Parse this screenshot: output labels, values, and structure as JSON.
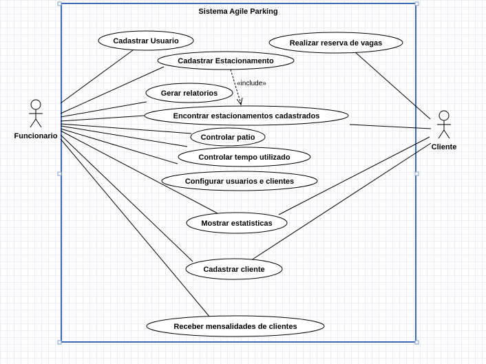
{
  "system": {
    "title": "Sistema Agile Parking"
  },
  "actors": {
    "funcionario": {
      "label": "Funcionario"
    },
    "cliente": {
      "label": "Cliente"
    }
  },
  "use_cases": {
    "cadastrar_usuario": "Cadastrar Usuario",
    "cadastrar_estacionamento": "Cadastrar Estacionamento",
    "realizar_reserva": "Realizar reserva de vagas",
    "gerar_relatorios": "Gerar relatorios",
    "encontrar_estacionamentos": "Encontrar estacionamentos cadastrados",
    "controlar_patio": "Controlar patio",
    "controlar_tempo": "Controlar tempo utilizado",
    "configurar_usuarios": "Configurar usuarios e clientes",
    "mostrar_estatisticas": "Mostrar estatisticas",
    "cadastrar_cliente": "Cadastrar cliente",
    "receber_mensalidades": "Receber mensalidades de clientes"
  },
  "relations": {
    "include_label": "«include»"
  }
}
